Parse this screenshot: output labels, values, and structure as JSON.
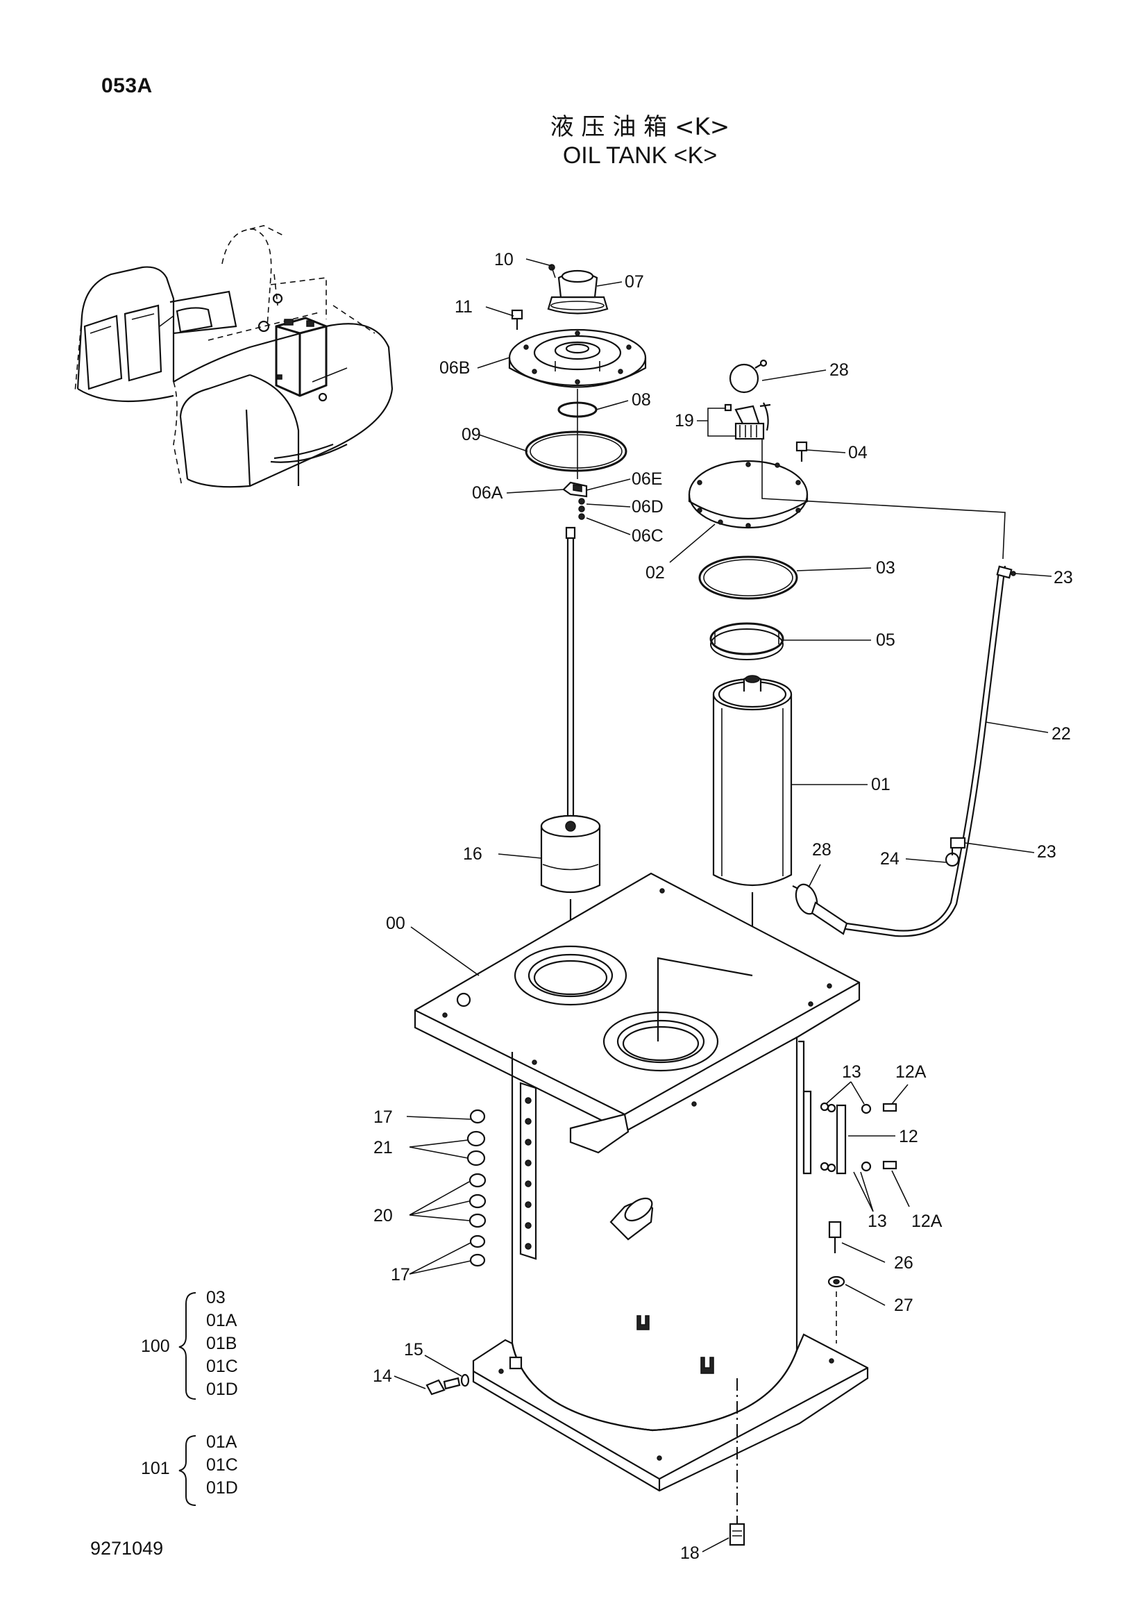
{
  "page_code": "053A",
  "title_cn": "液 压 油 箱 <K>",
  "title_en": "OIL TANK <K>",
  "drawing_number": "9271049",
  "callouts": {
    "c00": "00",
    "c01": "01",
    "c02": "02",
    "c03": "03",
    "c04": "04",
    "c05": "05",
    "c06a": "06A",
    "c06b": "06B",
    "c06c": "06C",
    "c06d": "06D",
    "c06e": "06E",
    "c07": "07",
    "c08": "08",
    "c09": "09",
    "c10": "10",
    "c11": "11",
    "c12": "12",
    "c12a_top": "12A",
    "c12a_bot": "12A",
    "c13_top": "13",
    "c13_bot": "13",
    "c14": "14",
    "c15": "15",
    "c16": "16",
    "c17_top": "17",
    "c17_bot": "17",
    "c18": "18",
    "c19": "19",
    "c20": "20",
    "c21": "21",
    "c22": "22",
    "c23_top": "23",
    "c23_bot": "23",
    "c24": "24",
    "c26": "26",
    "c27": "27",
    "c28_top": "28",
    "c28_bot": "28"
  },
  "kits": [
    {
      "number": "100",
      "items": [
        "03",
        "01A",
        "01B",
        "01C",
        "01D"
      ]
    },
    {
      "number": "101",
      "items": [
        "01A",
        "01C",
        "01D"
      ]
    }
  ]
}
